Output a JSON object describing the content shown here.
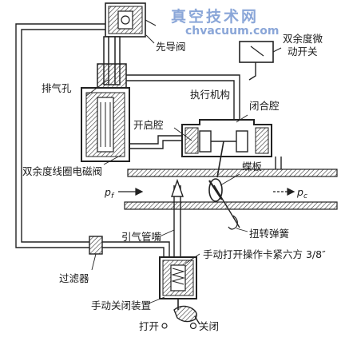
{
  "watermark": {
    "title": "真空技术网",
    "url": "chvacuum.com"
  },
  "labels": {
    "pilot_valve": "先导阀",
    "micro_switch_line1": "双余度微",
    "micro_switch_line2": "动开关",
    "vent_hole": "排气孔",
    "actuator": "执行机构",
    "opening_chamber": "开启腔",
    "closing_chamber": "闭合腔",
    "solenoid_valve": "双余度线圈电磁阀",
    "butterfly_plate": "蝶板",
    "p_inlet_main": "p",
    "p_inlet_sub": "f",
    "p_outlet_main": "p",
    "p_outlet_sub": "c",
    "bleed_nozzle": "引气管嘴",
    "torsion_spring": "扭转弹簧",
    "manual_open": "手动打开操作卡紧六方 3/8″",
    "filter": "过滤器",
    "manual_close_device": "手动关闭装置",
    "open": "打开",
    "close": "关闭"
  }
}
